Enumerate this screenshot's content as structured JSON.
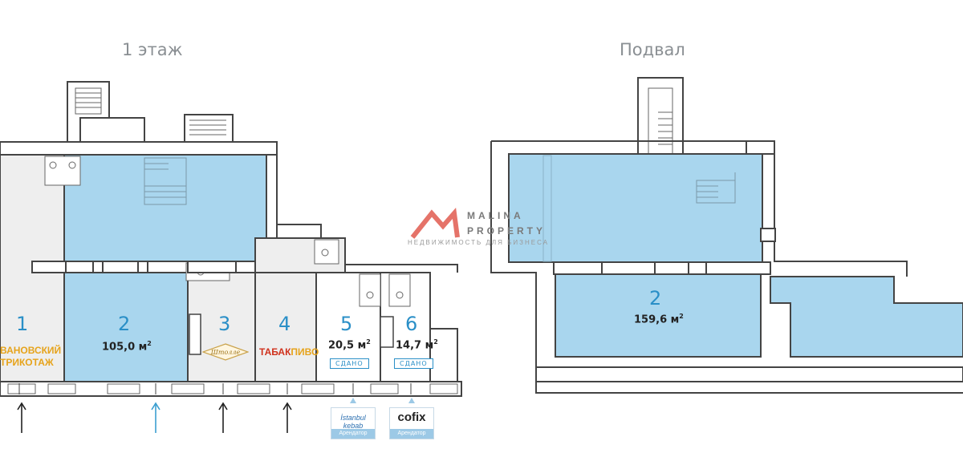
{
  "headings": {
    "floor1": "1 этаж",
    "basement": "Подвал"
  },
  "floor1": {
    "units": [
      {
        "number": "1",
        "label_line1": "ВАНОВСКИЙ",
        "label_line2": "ТРИКОТАЖ"
      },
      {
        "number": "2",
        "area": "105,0 м",
        "area_unit": "2"
      },
      {
        "number": "3",
        "logo_text": "Штолле"
      },
      {
        "number": "4",
        "brand_part1": "ТАБАК",
        "brand_part2": "ПИВО"
      },
      {
        "number": "5",
        "area": "20,5 м",
        "area_unit": "2",
        "status": "СДАНО"
      },
      {
        "number": "6",
        "area": "14,7 м",
        "area_unit": "2",
        "status": "СДАНО"
      }
    ],
    "tenants": [
      {
        "logo": "İstanbul kebab",
        "role": "Арендатор"
      },
      {
        "logo": "cofix",
        "role": "Арендатор"
      }
    ]
  },
  "basement": {
    "unit": {
      "number": "2",
      "area": "159,6 м",
      "area_unit": "2"
    }
  },
  "watermark": {
    "line1": "MALINA",
    "line2": "PROPERTY",
    "tagline": "НЕДВИЖИМОСТЬ ДЛЯ БИЗНЕСА"
  },
  "colors": {
    "available_fill": "#a9d6ee",
    "occupied_fill": "#eeeeee",
    "wall": "#444444",
    "accent_blue": "#2a8fc7",
    "entrance_arrow": "#222222",
    "highlight_arrow": "#3c9fd0",
    "brand_red": "#d0321d",
    "brand_orange": "#e6a31b"
  }
}
